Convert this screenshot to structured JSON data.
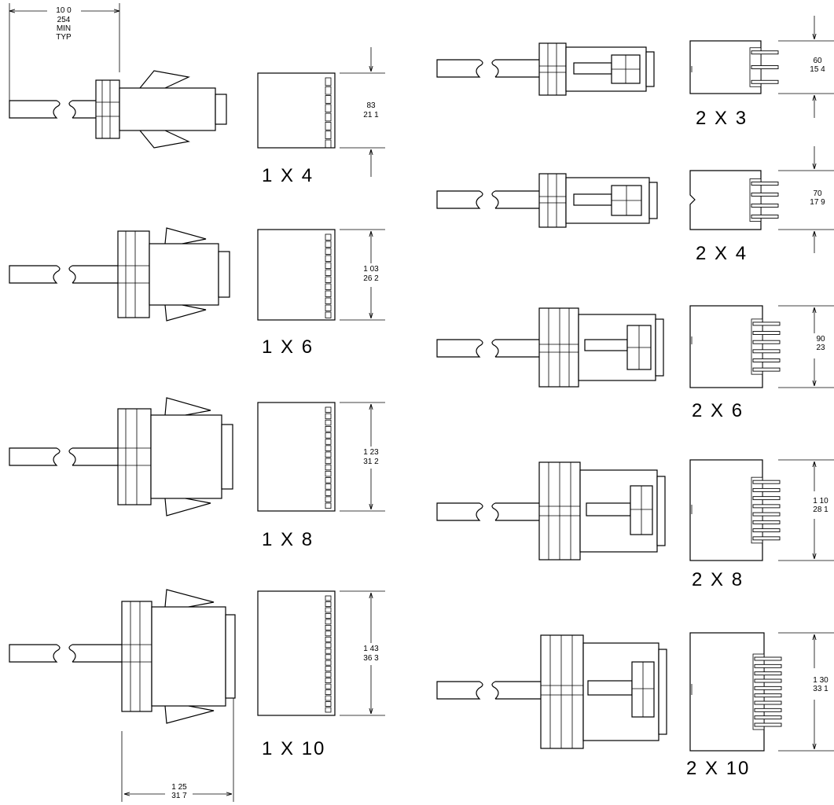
{
  "top_dimension": {
    "lines": [
      "10 0",
      "254",
      "MIN",
      "TYP"
    ]
  },
  "bottom_dimension": {
    "lines": [
      "1 25",
      "31 7"
    ]
  },
  "left_column": [
    {
      "caption": "1 X 4",
      "dim_in": "83",
      "dim_mm": "21 1",
      "contacts": 4
    },
    {
      "caption": "1 X 6",
      "dim_in": "1 03",
      "dim_mm": "26 2",
      "contacts": 6
    },
    {
      "caption": "1 X 8",
      "dim_in": "1 23",
      "dim_mm": "31 2",
      "contacts": 8
    },
    {
      "caption": "1 X 10",
      "dim_in": "1 43",
      "dim_mm": "36 3",
      "contacts": 10
    }
  ],
  "right_column": [
    {
      "caption": "2 X 3",
      "dim_in": "60",
      "dim_mm": "15 4",
      "contacts": 3
    },
    {
      "caption": "2 X 4",
      "dim_in": "70",
      "dim_mm": "17 9",
      "contacts": 4
    },
    {
      "caption": "2 X 6",
      "dim_in": "90",
      "dim_mm": "23",
      "contacts": 6
    },
    {
      "caption": "2 X 8",
      "dim_in": "1 10",
      "dim_mm": "28 1",
      "contacts": 8
    },
    {
      "caption": "2 X 10",
      "dim_in": "1 30",
      "dim_mm": "33 1",
      "contacts": 10
    }
  ]
}
